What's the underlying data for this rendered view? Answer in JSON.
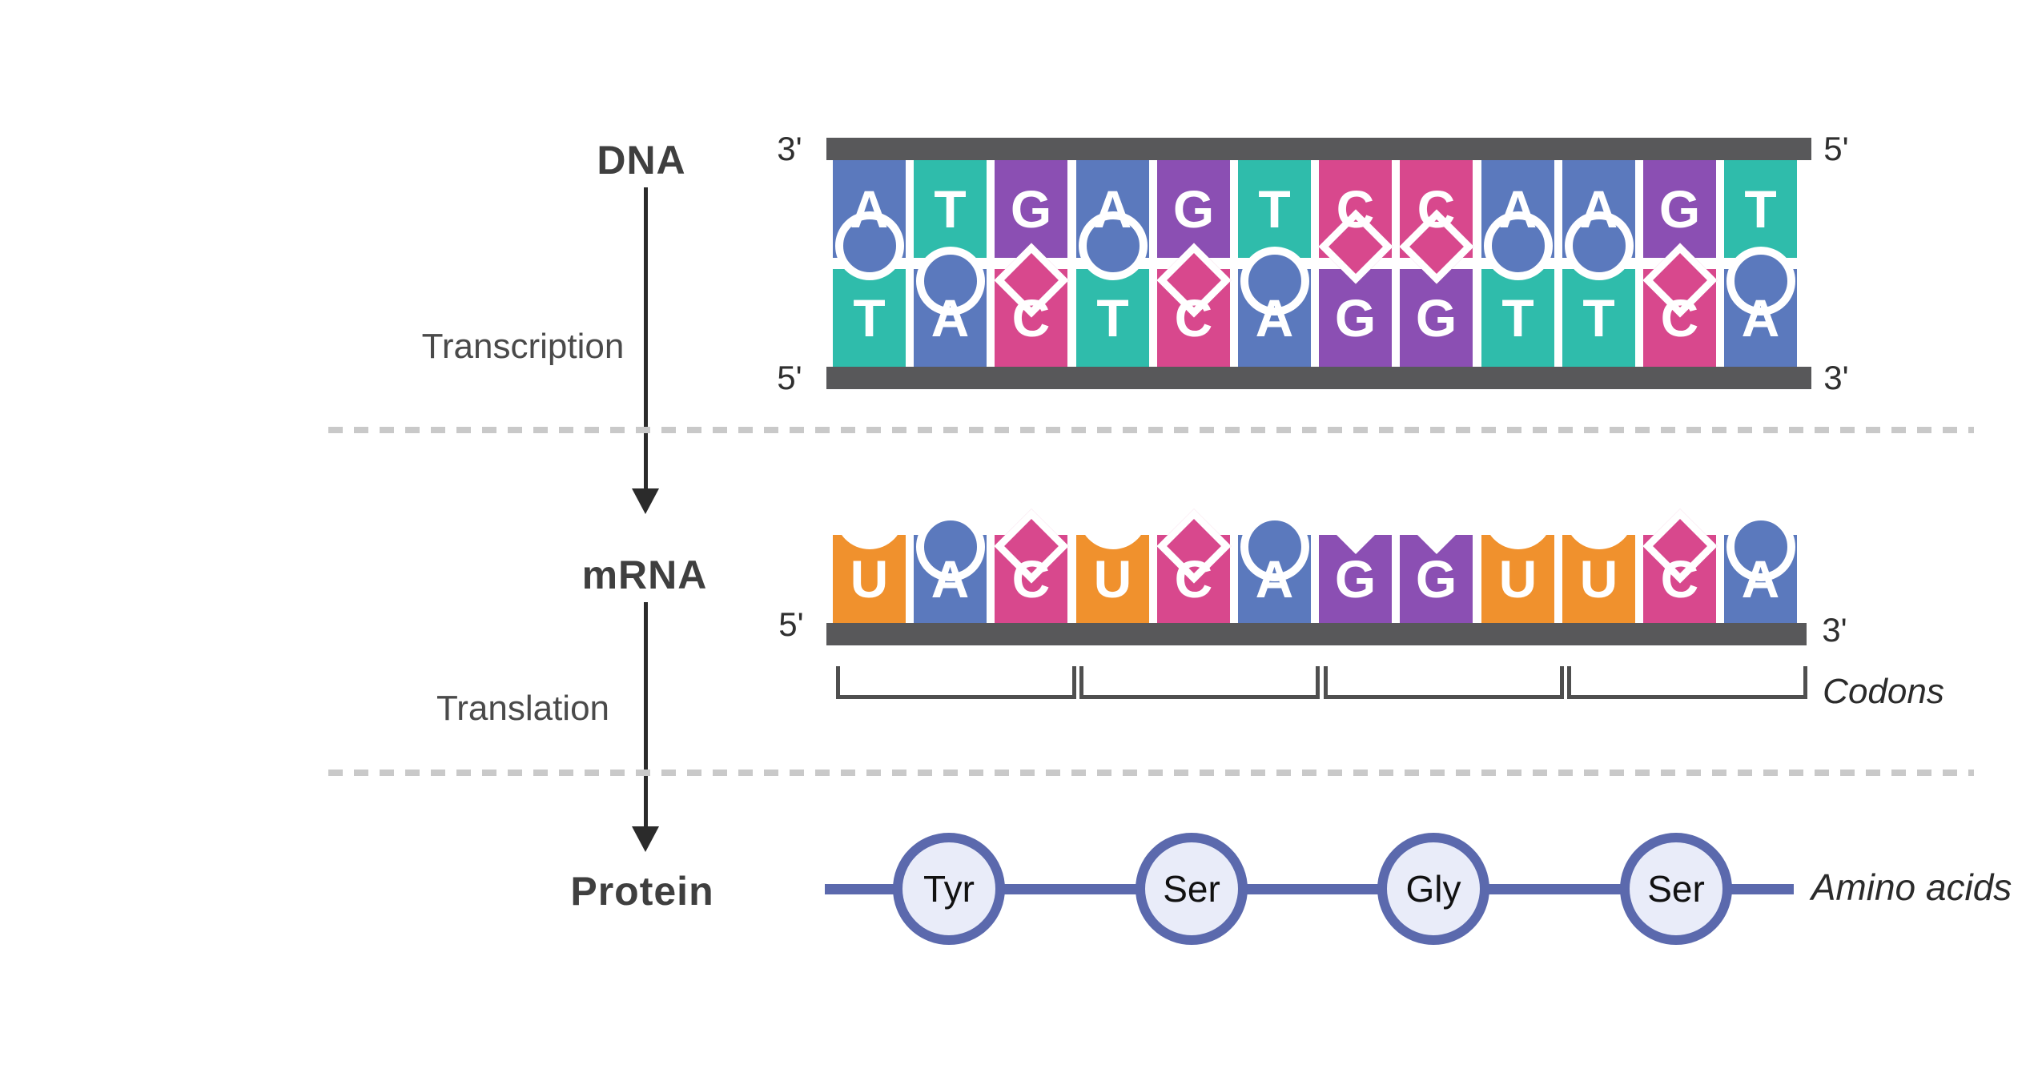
{
  "stages": {
    "dna_label": "DNA",
    "mrna_label": "mRNA",
    "protein_label": "Protein",
    "transcription_label": "Transcription",
    "translation_label": "Translation"
  },
  "dna": {
    "top_strand": [
      "A",
      "T",
      "G",
      "A",
      "G",
      "T",
      "C",
      "C",
      "A",
      "A",
      "G",
      "T"
    ],
    "bottom_strand": [
      "T",
      "A",
      "C",
      "T",
      "C",
      "A",
      "G",
      "G",
      "T",
      "T",
      "C",
      "A"
    ],
    "ends": {
      "top_left": "3'",
      "top_right": "5'",
      "bottom_left": "5'",
      "bottom_right": "3'"
    }
  },
  "mrna": {
    "sequence": [
      "U",
      "A",
      "C",
      "U",
      "C",
      "A",
      "G",
      "G",
      "U",
      "U",
      "C",
      "A"
    ],
    "ends": {
      "left": "5'",
      "right": "3'"
    },
    "codons_label": "Codons",
    "codon_groups": [
      "UAC",
      "UCA",
      "GGU",
      "UCA"
    ]
  },
  "protein": {
    "amino_acids": [
      "Tyr",
      "Ser",
      "Gly",
      "Ser"
    ],
    "chain_label": "Amino acids"
  },
  "colors": {
    "A": "#5b79bd",
    "T": "#2fbcab",
    "G": "#8b4fb3",
    "C": "#d8488d",
    "U": "#f0912d",
    "backbone_bar": "#58585a",
    "chain": "#5b69ad",
    "amino_fill": "#e9ecf9",
    "dashed_separator": "#c9c9c9",
    "stage_label": "#3f3f3f",
    "process_label": "#4a4a4a",
    "arrow": "#2b2b2b"
  }
}
